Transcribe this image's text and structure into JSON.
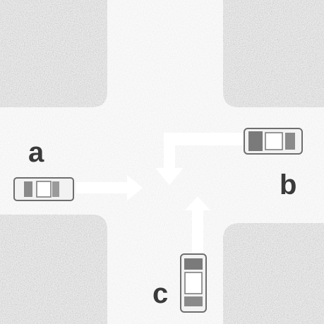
{
  "colors": {
    "road": "#d9d9d9",
    "block": "#8f8f8f",
    "arrow": "#ffffff",
    "car_body": "#f2f2f2",
    "car_window": "#9a9a9a",
    "car_dark": "#6e6e6e",
    "label": "#3a3a3a"
  },
  "vehicles": [
    {
      "id": "a",
      "label": "a",
      "heading": "east",
      "maneuver": "straight"
    },
    {
      "id": "b",
      "label": "b",
      "heading": "west",
      "maneuver": "left-turn"
    },
    {
      "id": "c",
      "label": "c",
      "heading": "north",
      "maneuver": "straight"
    }
  ]
}
